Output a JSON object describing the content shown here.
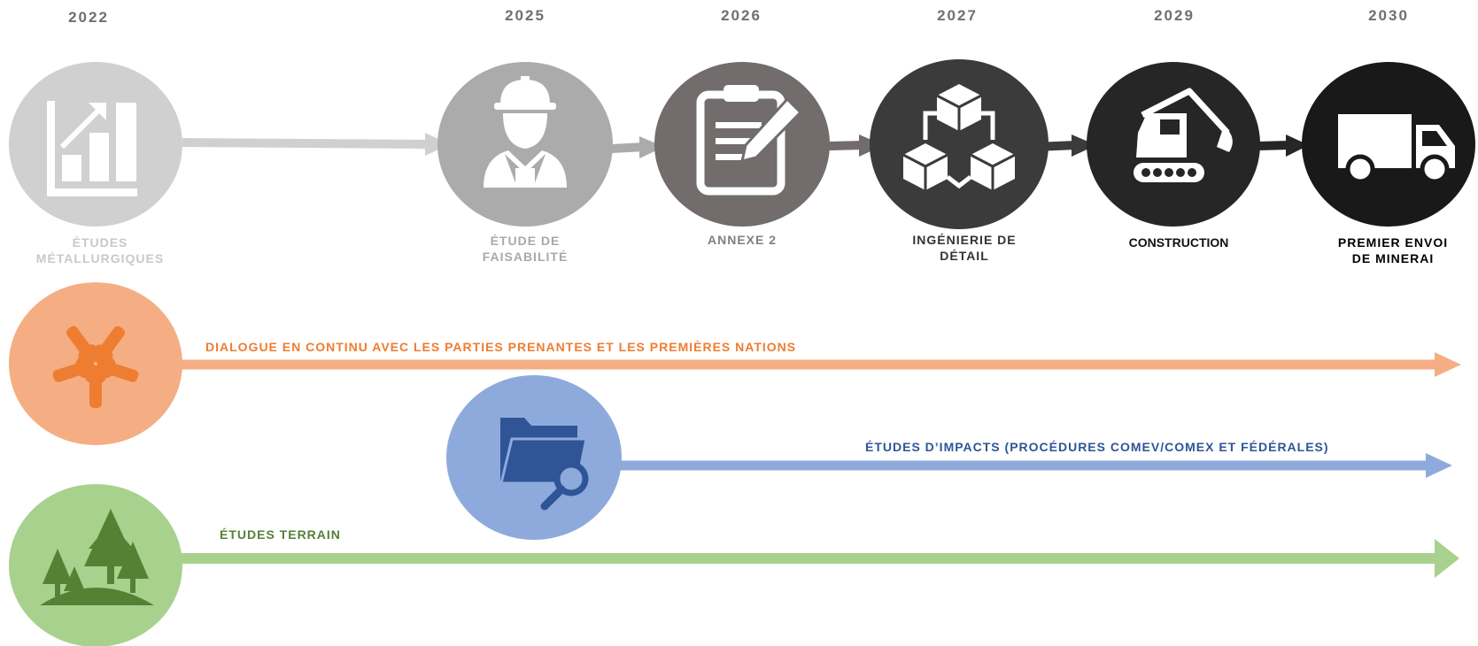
{
  "colors": {
    "milestone_1": "#d1d0d1",
    "milestone_2": "#acabab",
    "milestone_3": "#726c6c",
    "milestone_4": "#3c3b3c",
    "milestone_5": "#262626",
    "milestone_6": "#191919",
    "label_1": "#c9c9c9",
    "label_2": "#a9a9a9",
    "label_3": "#808080",
    "label_4": "#333333",
    "label_5": "#111111",
    "label_6": "#000000",
    "dialogue_circle": "#f5ae84",
    "dialogue_icon": "#ee7d31",
    "dialogue_text": "#ee7d31",
    "impacts_circle": "#8eaadc",
    "impacts_icon": "#2f5597",
    "impacts_text": "#2f5597",
    "terrain_circle": "#a8d18d",
    "terrain_icon": "#548235",
    "terrain_text": "#548235"
  },
  "timeline": [
    {
      "year": "2022",
      "label": "ÉTUDES MÉTALLURGIQUES",
      "icon": "bar-chart-icon"
    },
    {
      "year": "2025",
      "label": "ÉTUDE DE FAISABILITÉ",
      "icon": "engineer-icon"
    },
    {
      "year": "2026",
      "label": "ANNEXE 2",
      "icon": "clipboard-icon"
    },
    {
      "year": "2027",
      "label": "INGÉNIERIE DE DÉTAIL",
      "icon": "cubes-icon"
    },
    {
      "year": "2029",
      "label": "CONSTRUCTION",
      "icon": "excavator-icon"
    },
    {
      "year": "2030",
      "label": "PREMIER ENVOI DE MINERAI",
      "icon": "truck-icon"
    }
  ],
  "tracks": [
    {
      "label": "DIALOGUE EN CONTINU AVEC LES PARTIES PRENANTES ET LES PREMIÈRES NATIONS",
      "icon": "hands-icon"
    },
    {
      "label": "ÉTUDES D’IMPACTS (PROCÉDURES COMEV/COMEX ET FÉDÉRALES)",
      "icon": "folder-search-icon"
    },
    {
      "label": "ÉTUDES TERRAIN",
      "icon": "trees-icon"
    }
  ]
}
